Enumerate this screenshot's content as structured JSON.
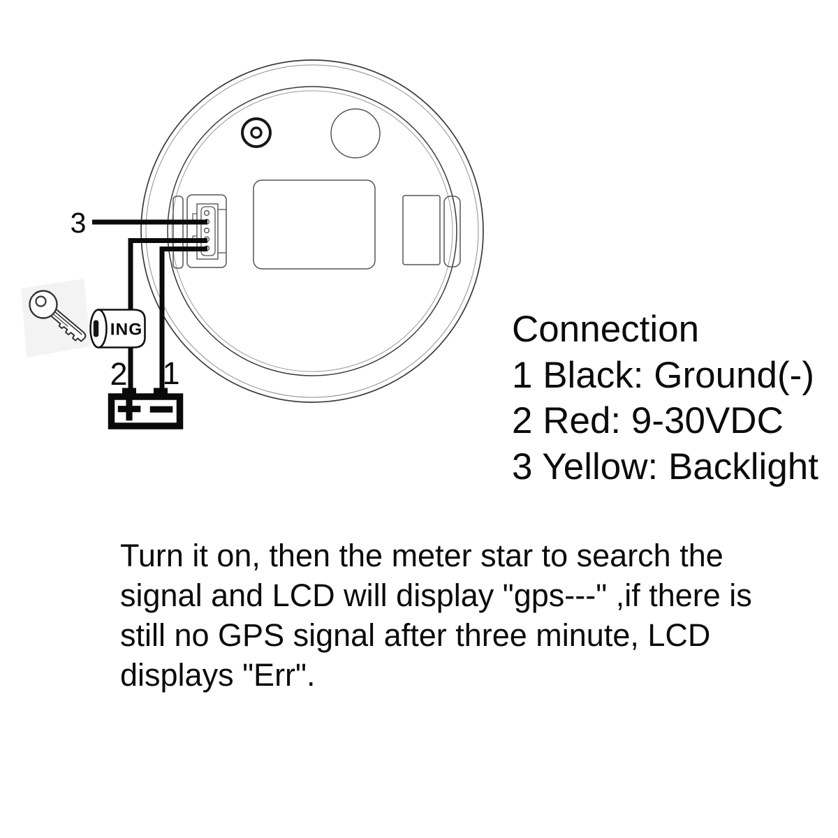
{
  "colors": {
    "background": "#ffffff",
    "ink": "#0a0a0a",
    "sketch_line": "#555555",
    "key_shadow": "#f3f3f3"
  },
  "diagram": {
    "labels": {
      "wire3": "3",
      "wire2": "2",
      "wire1": "1"
    },
    "ignition": {
      "label": "ING"
    },
    "battery": {
      "positive": "+",
      "negative": "−"
    }
  },
  "connection": {
    "title": "Connection",
    "lines": [
      "1 Black: Ground(-)",
      "2 Red: 9-30VDC",
      "3 Yellow: Backlight"
    ]
  },
  "instructions": {
    "lines": [
      "Turn it on, then the meter star to search the",
      "signal and LCD will display \"gps---\" ,if there is",
      "still no GPS signal after three minute, LCD",
      "displays \"Err\"."
    ]
  }
}
